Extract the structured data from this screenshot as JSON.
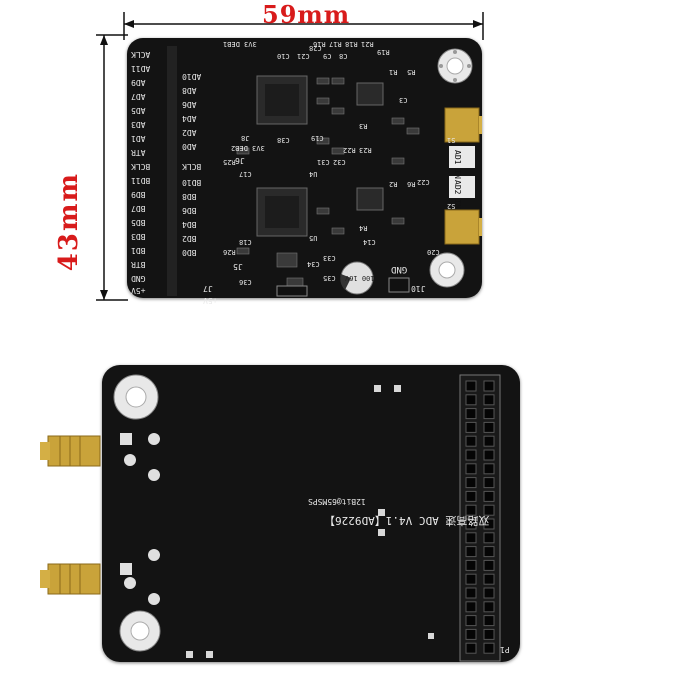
{
  "dimensions": {
    "width": "59mm",
    "height": "43mm"
  },
  "top_board": {
    "left_pins": [
      "ACLK",
      "AD11",
      "AD9",
      "AD7",
      "AD5",
      "AD3",
      "AD1",
      "ATR",
      "BCLK",
      "BD11",
      "BD9",
      "BD7",
      "BD5",
      "BD3",
      "BD1",
      "BTR",
      "GND",
      "+5V"
    ],
    "inner_pins": [
      "AD10",
      "AD8",
      "AD6",
      "AD4",
      "AD2",
      "AD0",
      "BCLK",
      "BD10",
      "BD8",
      "BD6",
      "BD4",
      "BD2",
      "BD0"
    ],
    "headers": [
      "J7",
      "J5",
      "J6",
      "J10"
    ],
    "inputs": [
      "AD1 IN",
      "AD2 IN"
    ],
    "connectors": [
      "S1",
      "S2"
    ],
    "gnd_label": "GND",
    "cap_marking": "100 16V",
    "plus5v_label": "+5V",
    "refdes": [
      "R16",
      "R17",
      "R18",
      "R21",
      "R19",
      "C8",
      "C9",
      "C10",
      "C21",
      "C3",
      "C28",
      "C38",
      "C19",
      "C20",
      "C31",
      "C32",
      "R22",
      "R23",
      "R3",
      "R4",
      "C17",
      "C18",
      "C14",
      "C22",
      "R1",
      "R2",
      "R5",
      "R6",
      "R25",
      "R26",
      "C33",
      "C34",
      "C35",
      "C36",
      "U4",
      "U5"
    ],
    "chip_labels": [
      "3V3 DEB1",
      "3V3 DEB2",
      "J8"
    ]
  },
  "bottom_board": {
    "title_line1": "双路高速 ADC V4.1【AD9226】",
    "title_line2": "12Bit@65MSPS",
    "header_label": "P1"
  },
  "colors": {
    "dimension": "#d81b1b",
    "pcb": "#131313",
    "silkscreen": "#e9e9e9",
    "gold": "#c9a33a"
  }
}
